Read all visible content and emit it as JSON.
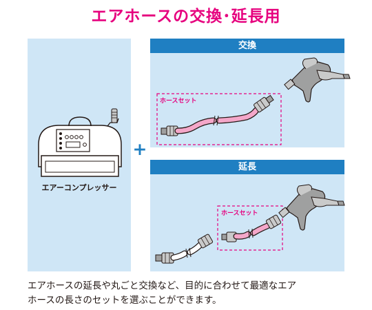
{
  "page": {
    "title": "エアホースの交換･延長用",
    "colors": {
      "title": "#e6007e",
      "panel": "#cfe6f6",
      "header": "#1f7fc2",
      "hose": "#f4a7c9",
      "dashed_box": "#e6007e"
    }
  },
  "left_panel": {
    "compressor_label": "エアーコンプレッサー",
    "compressor_icon": "air-compressor-icon"
  },
  "plus_sign": "+",
  "panels": [
    {
      "header": "交換",
      "hose_set_label": "ホースセット",
      "icons": [
        "hose-coupler-icon",
        "pink-hose-icon",
        "coupler-plug-icon",
        "air-blow-gun-icon"
      ]
    },
    {
      "header": "延長",
      "hose_set_label": "ホースセット",
      "icons": [
        "coupler-plug-icon",
        "gray-hose-icon",
        "pink-hose-icon",
        "air-blow-gun-icon"
      ]
    }
  ],
  "description": {
    "line1": "エアホースの延長や丸ごと交換など、目的に合わせて最適なエア",
    "line2": "ホースの長さのセットを選ぶことができます。"
  }
}
